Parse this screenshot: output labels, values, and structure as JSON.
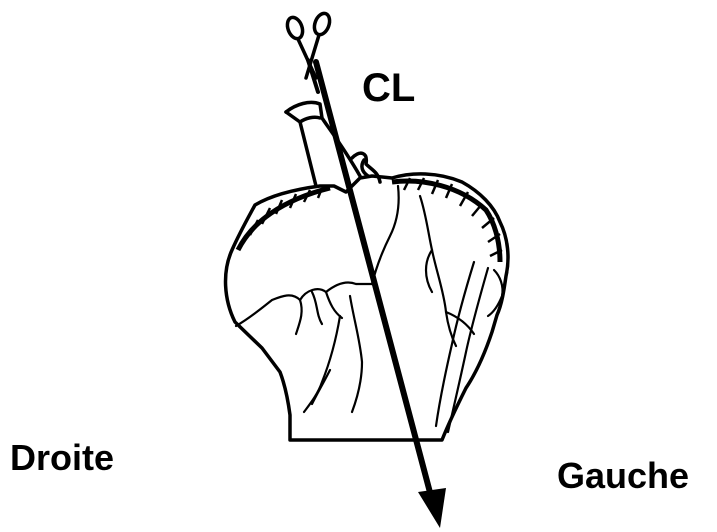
{
  "labels": {
    "cl": "CL",
    "droite": "Droite",
    "gauche": "Gauche"
  },
  "colors": {
    "ink": "#000000",
    "paper": "#ffffff"
  },
  "icons": {
    "scissors": "scissors-icon",
    "arrow": "arrow-down-icon"
  }
}
